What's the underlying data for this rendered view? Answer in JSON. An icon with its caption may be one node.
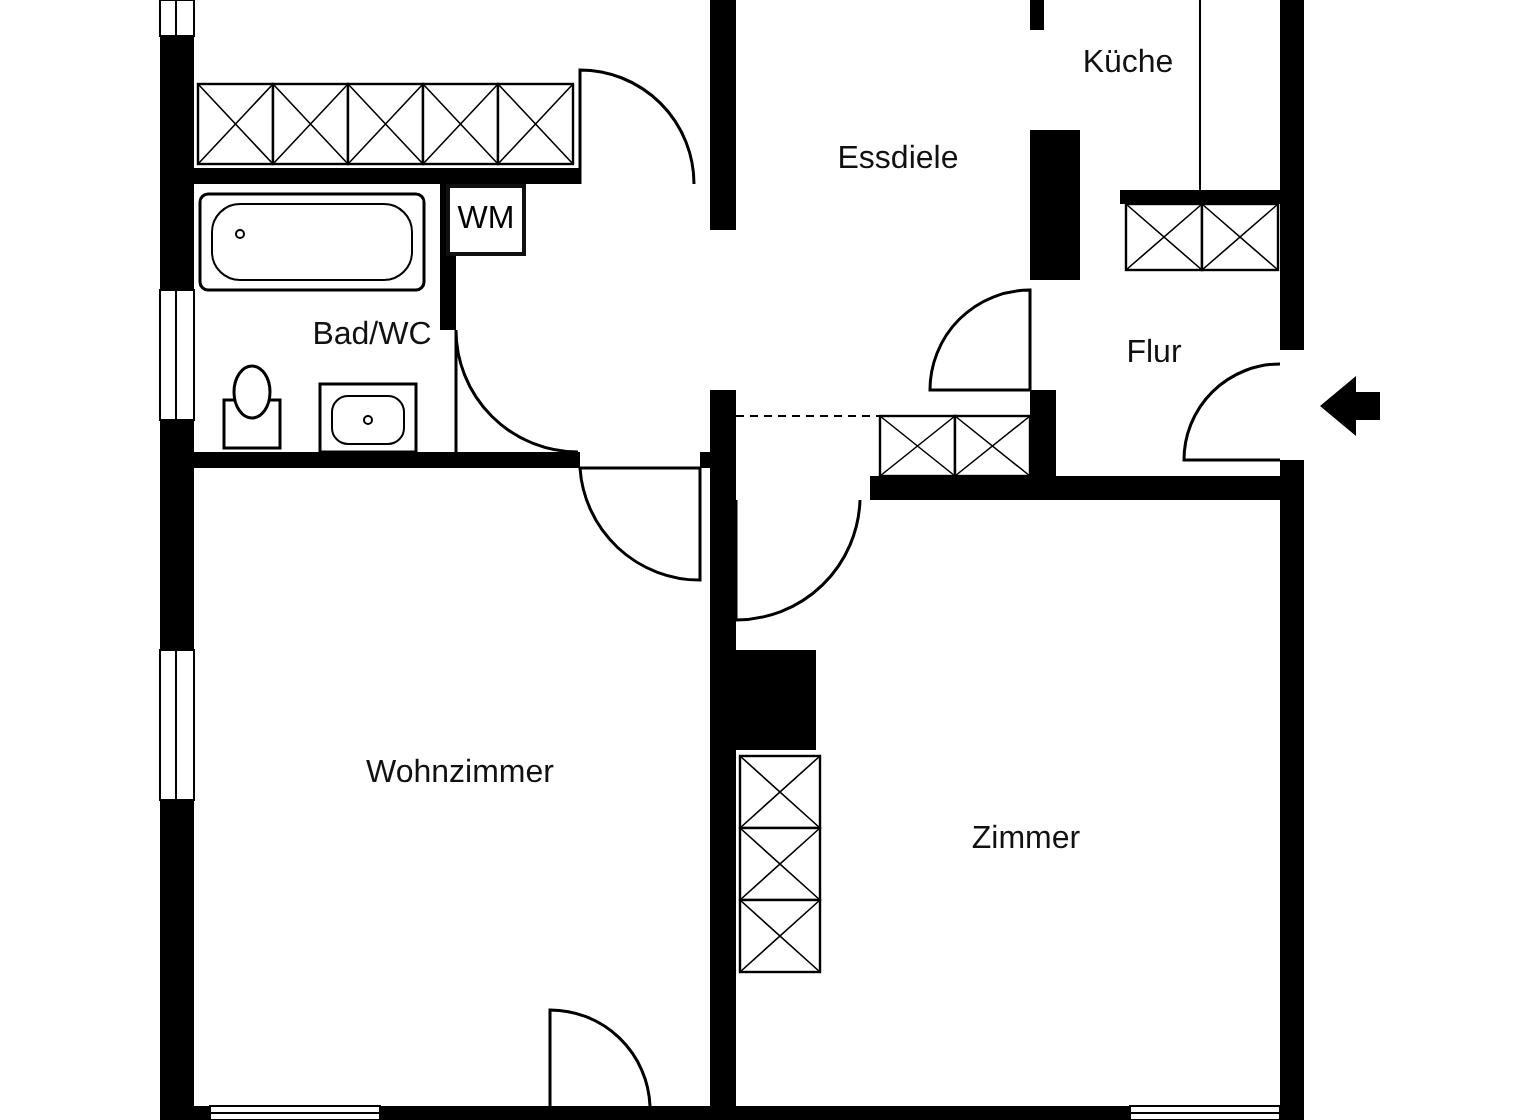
{
  "diagram": {
    "nodes": [
      {
        "text": [
          "WM"
        ]
      }
    ],
    "labels": [
      "Küche",
      "Essdiele",
      "Bad/WC",
      "Flur",
      "Wohnzimmer",
      "Zimmer"
    ]
  }
}
